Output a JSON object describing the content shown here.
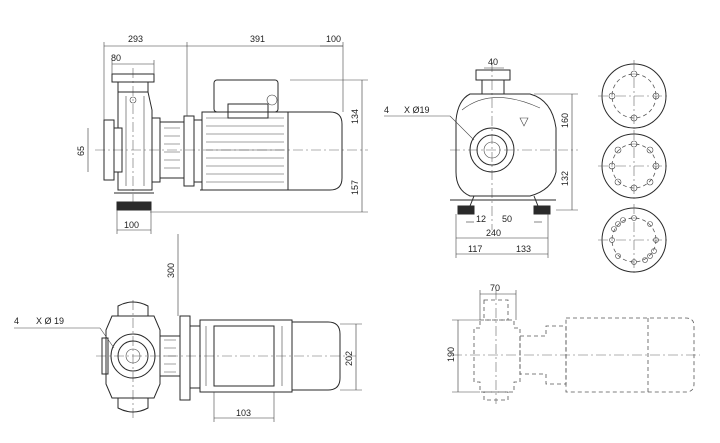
{
  "views": {
    "side": {
      "dims": {
        "d293": "293",
        "d391": "391",
        "d100_top": "100",
        "d80": "80",
        "d65": "65",
        "d134": "134",
        "d157": "157",
        "d100_bottom": "100"
      }
    },
    "front": {
      "note_count": "4",
      "note_hole": "X Ø19",
      "dims": {
        "d40": "40",
        "d160": "160",
        "d132": "132",
        "d12": "12",
        "d50": "50",
        "d240": "240",
        "d117": "117",
        "d133": "133"
      }
    },
    "top": {
      "note_count": "4",
      "note_hole": "X Ø 19",
      "dims": {
        "d300": "300",
        "d202": "202",
        "d103": "103"
      }
    },
    "outline": {
      "dims": {
        "d70": "70",
        "d190": "190"
      }
    }
  }
}
